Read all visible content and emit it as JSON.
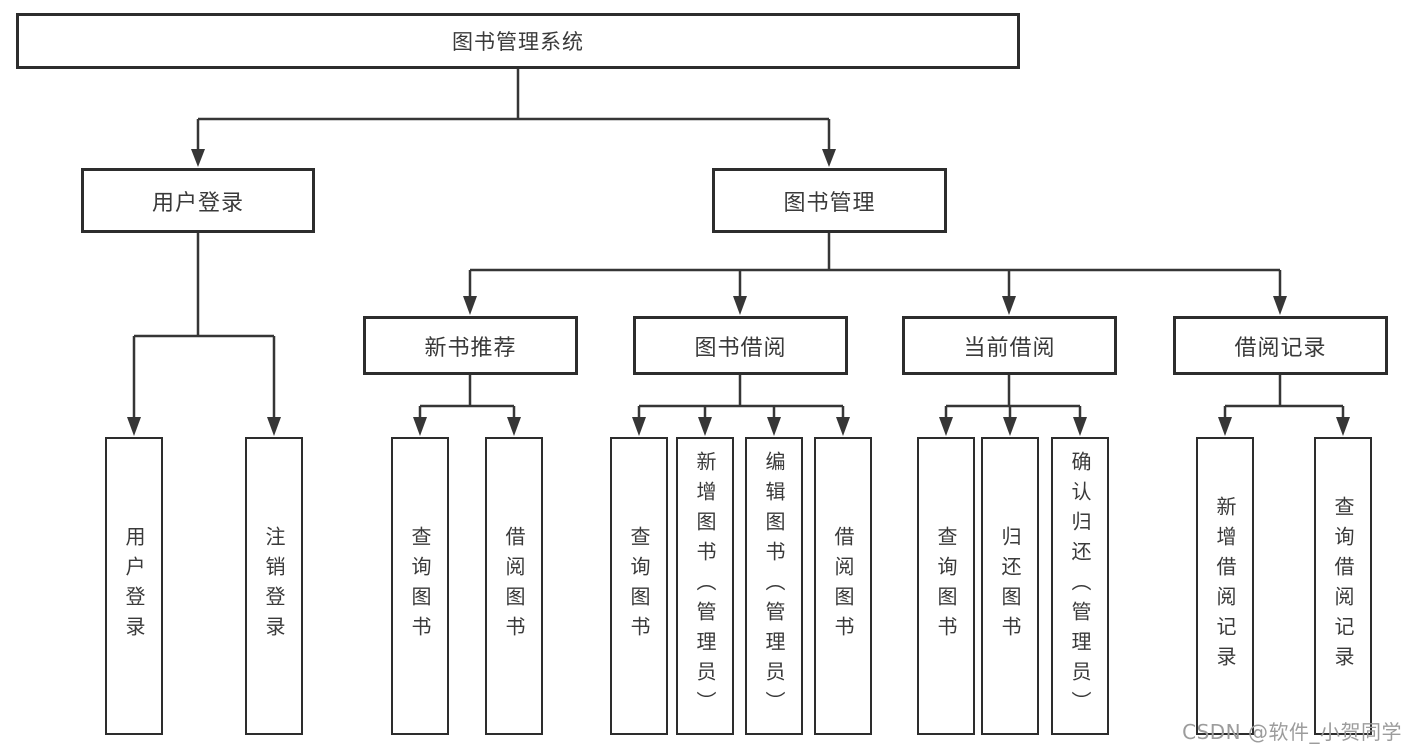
{
  "diagram": {
    "title": "图书管理系统",
    "branches": [
      {
        "label": "用户登录",
        "leaves": [
          "用户登录",
          "注销登录"
        ]
      },
      {
        "label": "图书管理",
        "groups": [
          {
            "label": "新书推荐",
            "leaves": [
              "查询图书",
              "借阅图书"
            ]
          },
          {
            "label": "图书借阅",
            "leaves": [
              "查询图书",
              "新增图书（管理员）",
              "编辑图书（管理员）",
              "借阅图书"
            ]
          },
          {
            "label": "当前借阅",
            "leaves": [
              "查询图书",
              "归还图书",
              "确认归还（管理员）"
            ]
          },
          {
            "label": "借阅记录",
            "leaves": [
              "新增借阅记录",
              "查询借阅记录"
            ]
          }
        ]
      }
    ]
  },
  "watermark": {
    "text": "CSDN @软件_小贺同学"
  },
  "colors": {
    "line": "#363636",
    "border": "#2d2d2d",
    "text": "#3a3a3a",
    "background": "#ffffff",
    "watermark": "#9c9c9c"
  }
}
